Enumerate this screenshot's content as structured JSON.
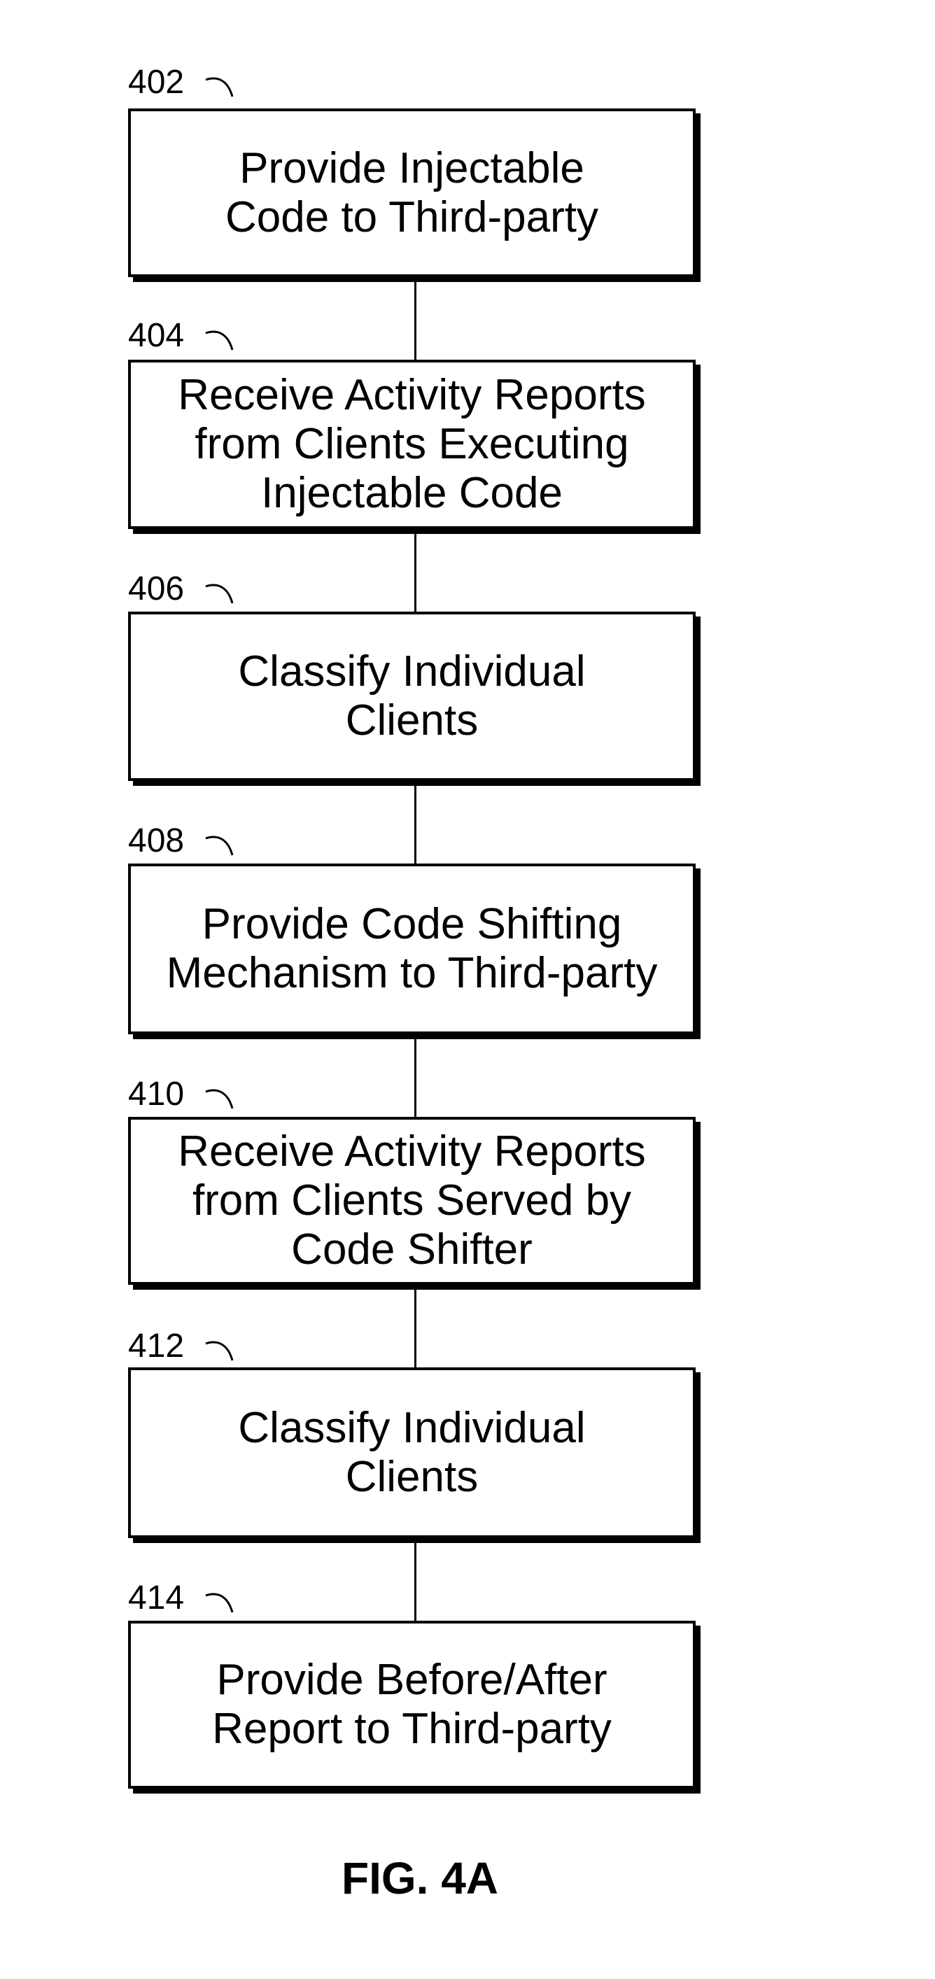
{
  "steps": [
    {
      "ref": "402",
      "text": "Provide Injectable\nCode to Third-party"
    },
    {
      "ref": "404",
      "text": "Receive Activity Reports\nfrom Clients Executing\nInjectable Code"
    },
    {
      "ref": "406",
      "text": "Classify Individual\nClients"
    },
    {
      "ref": "408",
      "text": "Provide Code Shifting\nMechanism to Third-party"
    },
    {
      "ref": "410",
      "text": "Receive Activity Reports\nfrom Clients Served by\nCode Shifter"
    },
    {
      "ref": "412",
      "text": "Classify Individual\nClients"
    },
    {
      "ref": "414",
      "text": "Provide Before/After\nReport to Third-party"
    }
  ],
  "caption": "FIG. 4A"
}
